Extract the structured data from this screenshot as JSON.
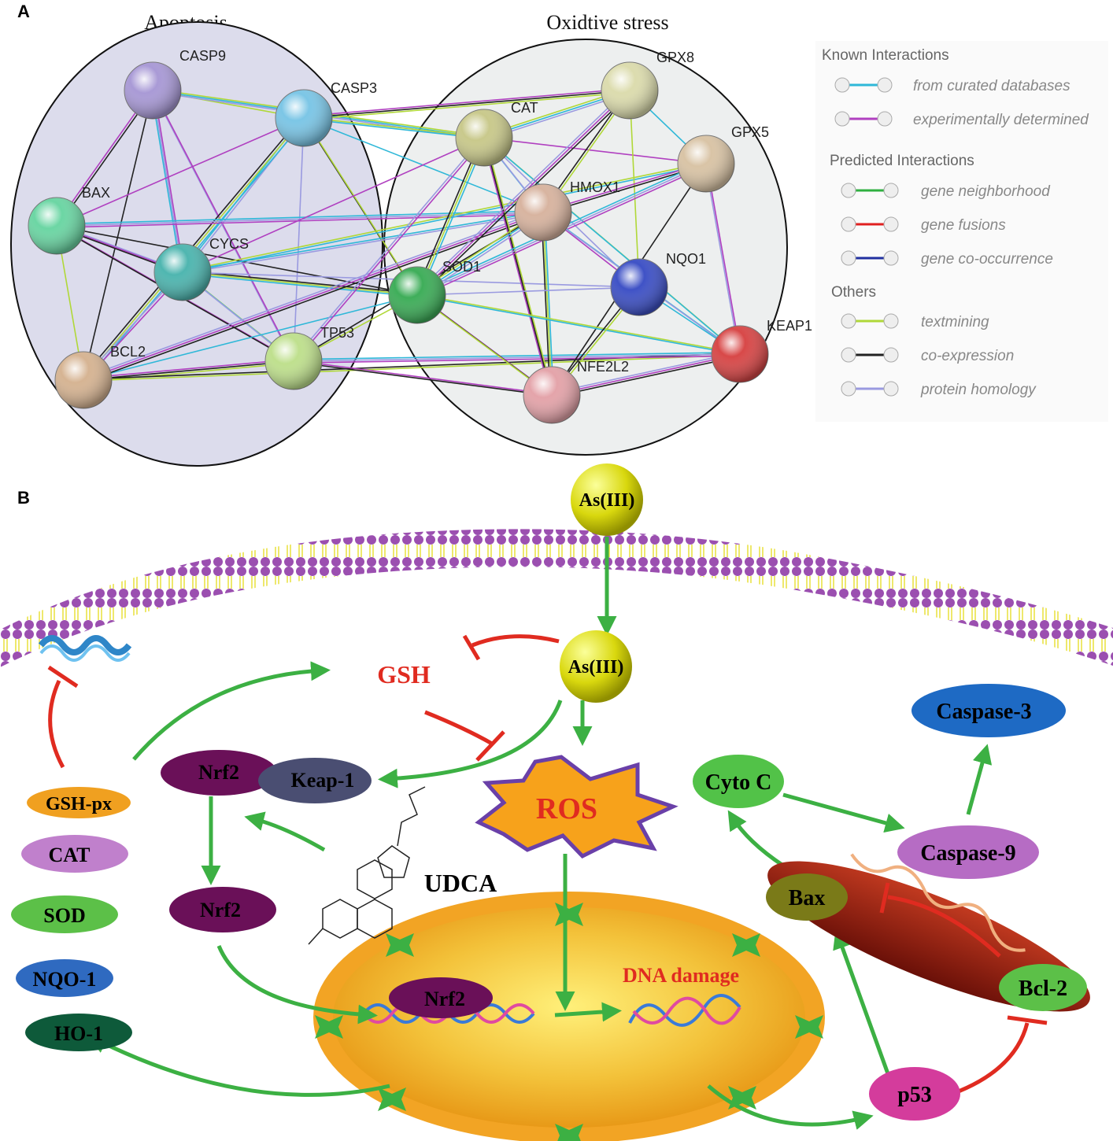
{
  "panel_a": {
    "panel_label": "A",
    "group_titles": {
      "apoptosis": "Apoptosis",
      "oxidative": "Oxidtive stress"
    },
    "nodes": [
      {
        "id": "CASP9",
        "label": "CASP9",
        "color": "#a99ad6"
      },
      {
        "id": "CASP3",
        "label": "CASP3",
        "color": "#7cc6e6"
      },
      {
        "id": "BAX",
        "label": "BAX",
        "color": "#6cd6a4"
      },
      {
        "id": "CYCS",
        "label": "CYCS",
        "color": "#4fb6b0"
      },
      {
        "id": "BCL2",
        "label": "BCL2",
        "color": "#d6b493"
      },
      {
        "id": "TP53",
        "label": "TP53",
        "color": "#bfe08e"
      },
      {
        "id": "CAT",
        "label": "CAT",
        "color": "#c9c98c"
      },
      {
        "id": "GPX8",
        "label": "GPX8",
        "color": "#dcdcae"
      },
      {
        "id": "GPX5",
        "label": "GPX5",
        "color": "#d9c4a6"
      },
      {
        "id": "HMOX1",
        "label": "HMOX1",
        "color": "#d8b4a0"
      },
      {
        "id": "SOD1",
        "label": "SOD1",
        "color": "#3fae5a"
      },
      {
        "id": "NQO1",
        "label": "NQO1",
        "color": "#3f52c6"
      },
      {
        "id": "KEAP1",
        "label": "KEAP1",
        "color": "#d84848"
      },
      {
        "id": "NFE2L2",
        "label": "NFE2L2",
        "color": "#e4a4aa"
      }
    ],
    "legend": {
      "groups": [
        {
          "heading": "Known Interactions",
          "items": [
            {
              "label": "from curated databases",
              "color": "#2fb8d8"
            },
            {
              "label": "experimentally determined",
              "color": "#b040c0"
            }
          ]
        },
        {
          "heading": "Predicted Interactions",
          "items": [
            {
              "label": "gene neighborhood",
              "color": "#2fb040"
            },
            {
              "label": "gene fusions",
              "color": "#e02020"
            },
            {
              "label": "gene co-occurrence",
              "color": "#2030a0"
            }
          ]
        },
        {
          "heading": "Others",
          "items": [
            {
              "label": "textmining",
              "color": "#b0d838"
            },
            {
              "label": "co-expression",
              "color": "#222222"
            },
            {
              "label": "protein homology",
              "color": "#9a9ae0"
            }
          ]
        }
      ]
    }
  },
  "panel_b": {
    "panel_label": "B",
    "as_outside": "As(III)",
    "as_inside": "As(III)",
    "gsh": "GSH",
    "ros": "ROS",
    "udca": "UDCA",
    "nrf2_complex": "Nrf2",
    "keap1": "Keap-1",
    "nrf2_free": "Nrf2",
    "nrf2_nucleus": "Nrf2",
    "dna_damage": "DNA damage",
    "enzymes": [
      "GSH-px",
      "CAT",
      "SOD",
      "NQO-1",
      "HO-1"
    ],
    "cyto_c": "Cyto C",
    "caspase3": "Caspase-3",
    "caspase9": "Caspase-9",
    "bax": "Bax",
    "bcl2": "Bcl-2",
    "p53": "p53",
    "colors": {
      "activate": "#3cb043",
      "inhibit": "#e02b20",
      "nucleus": "#f0a020",
      "membrane_head": "#9b4fb0"
    }
  }
}
